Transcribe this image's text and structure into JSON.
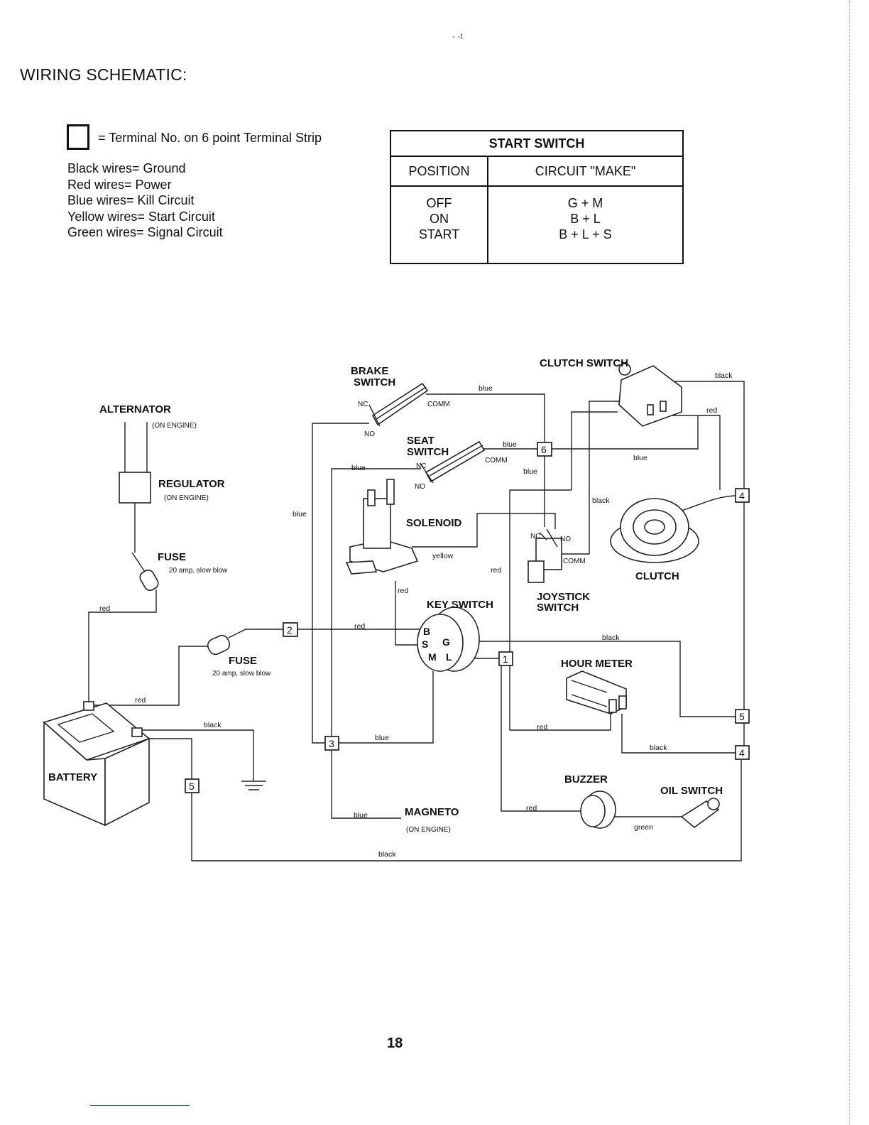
{
  "page": {
    "title": "WIRING SCHEMATIC:",
    "page_number": "18",
    "stray_mark": "- -t"
  },
  "legend": {
    "terminal_note": "= Terminal No. on 6 point Terminal Strip",
    "wire_colors": [
      "Black wires= Ground",
      "Red wires= Power",
      "Blue wires= Kill Circuit",
      "Yellow wires= Start Circuit",
      "Green wires= Signal Circuit"
    ]
  },
  "start_switch_table": {
    "title": "START SWITCH",
    "col_position": "POSITION",
    "col_circuit": "CIRCUIT \"MAKE\"",
    "rows": [
      {
        "position": "OFF",
        "circuit": "G + M"
      },
      {
        "position": "ON",
        "circuit": "B + L"
      },
      {
        "position": "START",
        "circuit": "B + L + S"
      }
    ]
  },
  "components": {
    "alternator": {
      "label": "ALTERNATOR",
      "sub": "(ON ENGINE)"
    },
    "regulator": {
      "label": "REGULATOR",
      "sub": "(ON ENGINE)"
    },
    "fuse_upper": {
      "label": "FUSE",
      "sub": "20 amp, slow blow"
    },
    "fuse_lower": {
      "label": "FUSE",
      "sub": "20 amp, slow blow"
    },
    "battery": {
      "label": "BATTERY"
    },
    "brake_switch": {
      "label_1": "BRAKE",
      "label_2": "SWITCH",
      "nc": "NC",
      "no": "NO",
      "comm": "COMM"
    },
    "seat_switch": {
      "label_1": "SEAT",
      "label_2": "SWITCH",
      "nc": "NC",
      "no": "NO",
      "comm": "COMM"
    },
    "solenoid": {
      "label": "SOLENOID"
    },
    "key_switch": {
      "label": "KEY SWITCH",
      "pin_b": "B",
      "pin_s": "S",
      "pin_g": "G",
      "pin_m": "M",
      "pin_l": "L"
    },
    "clutch_switch": {
      "label": "CLUTCH SWITCH"
    },
    "clutch": {
      "label": "CLUTCH"
    },
    "joystick_switch": {
      "label_1": "JOYSTICK",
      "label_2": "SWITCH",
      "nc": "NC",
      "no": "NO",
      "comm": "COMM"
    },
    "hour_meter": {
      "label": "HOUR METER"
    },
    "buzzer": {
      "label": "BUZZER"
    },
    "oil_switch": {
      "label": "OIL SWITCH"
    },
    "magneto": {
      "label": "MAGNETO",
      "sub": "(ON ENGINE)"
    }
  },
  "terminals": [
    "2",
    "3",
    "1",
    "6",
    "4",
    "5",
    "4",
    "5"
  ],
  "wire_labels": {
    "red": "red",
    "blue": "blue",
    "black": "black",
    "yellow": "yellow",
    "green": "green"
  }
}
